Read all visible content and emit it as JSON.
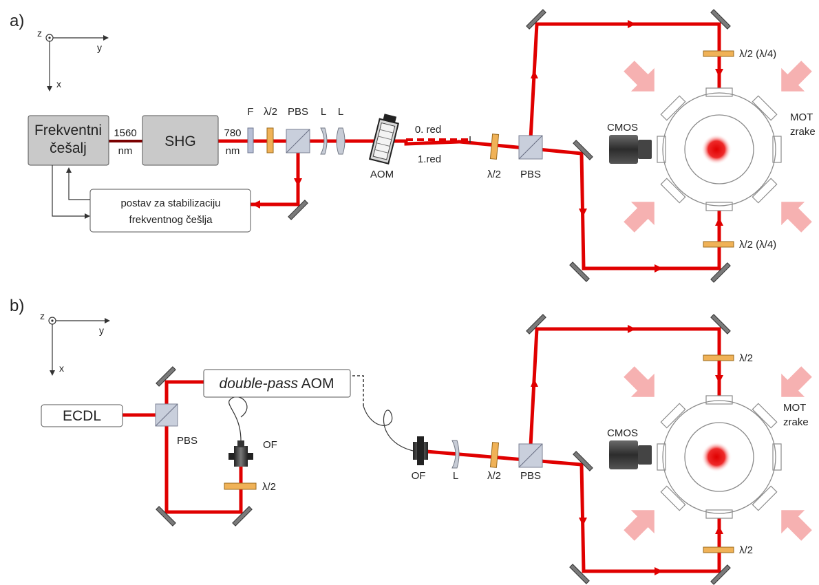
{
  "panels": {
    "a": {
      "label": "a)",
      "axes": {
        "z": "z",
        "y": "y",
        "x": "x"
      },
      "frequency_comb": [
        "Frekventni",
        "češalj"
      ],
      "wavelength_in": [
        "1560",
        "nm"
      ],
      "shg": "SHG",
      "wavelength_out": [
        "780",
        "nm"
      ],
      "filter": "F",
      "halfwave": "λ/2",
      "pbs": "PBS",
      "lens1": "L",
      "lens2": "L",
      "aom": "AOM",
      "order0": "0. red",
      "order1": "1.red",
      "halfwave2": "λ/2",
      "pbs2": "PBS",
      "stabilization": [
        "postav za stabilizaciju",
        "frekventnog češlja"
      ],
      "cmos": "CMOS",
      "mot_beams": [
        "MOT",
        "zrake"
      ],
      "waveplate_top": "λ/2 (λ/4)",
      "waveplate_bottom": "λ/2 (λ/4)"
    },
    "b": {
      "label": "b)",
      "axes": {
        "z": "z",
        "y": "y",
        "x": "x"
      },
      "ecdl": "ECDL",
      "double_pass_italic": "double-pass",
      "double_pass_rest": " AOM",
      "pbs": "PBS",
      "of_left": "OF",
      "halfwave_left": "λ/2",
      "of_right": "OF",
      "lens": "L",
      "halfwave_mid": "λ/2",
      "pbs2": "PBS",
      "cmos": "CMOS",
      "mot_beams": [
        "MOT",
        "zrake"
      ],
      "waveplate_top": "λ/2",
      "waveplate_bottom": "λ/2"
    }
  },
  "colors": {
    "beam": "#e00000",
    "comb_link": "#7a0000",
    "mot": "#f5a3a3",
    "waveplate": "#f0b257"
  }
}
